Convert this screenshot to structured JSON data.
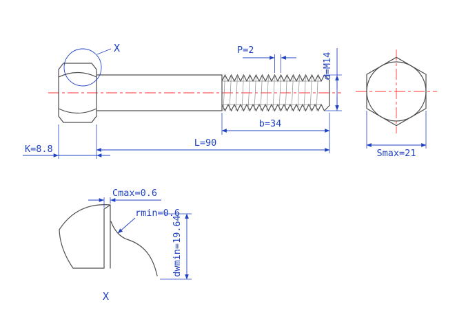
{
  "labels": {
    "detail_marker": "X",
    "detail_view_title": "X"
  },
  "dims": {
    "pitch": "P=2",
    "diameter": "d=M14",
    "thread_length": "b=34",
    "total_length": "L=90",
    "head_height": "K=8.8",
    "across_flats": "Smax=21",
    "chamfer": "Cmax=0.6",
    "fillet_radius": "rmin=0.6",
    "washer_face": "dwmin=19.64"
  },
  "colors": {
    "dimension_blue": "#1f41c4",
    "centerline_red": "#ff3030",
    "outline_gray": "#4d4d4d"
  }
}
